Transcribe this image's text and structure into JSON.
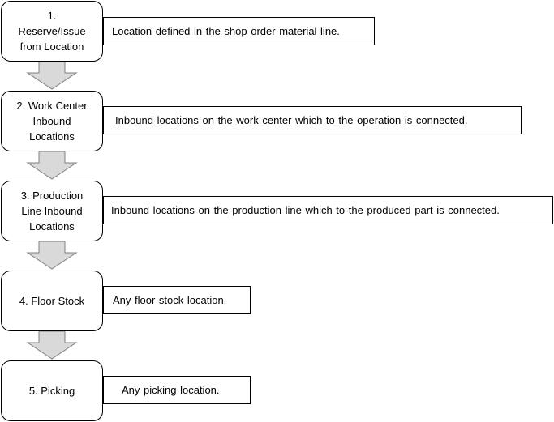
{
  "diagram": {
    "colors": {
      "arrow_fill": "#d9d9d9",
      "arrow_stroke": "#808080",
      "box_border": "#000000"
    },
    "steps": [
      {
        "label": "1.\nReserve/Issue\nfrom Location",
        "description": "Location defined in the shop order material line."
      },
      {
        "label": "2. Work Center\nInbound\nLocations",
        "description": "Inbound locations on the work center which to the operation is connected."
      },
      {
        "label": "3. Production\nLine Inbound\nLocations",
        "description": "Inbound locations on the production line which to the produced part is connected."
      },
      {
        "label": "4. Floor Stock",
        "description": "Any floor stock location."
      },
      {
        "label": "5. Picking",
        "description": "Any picking location."
      }
    ]
  }
}
